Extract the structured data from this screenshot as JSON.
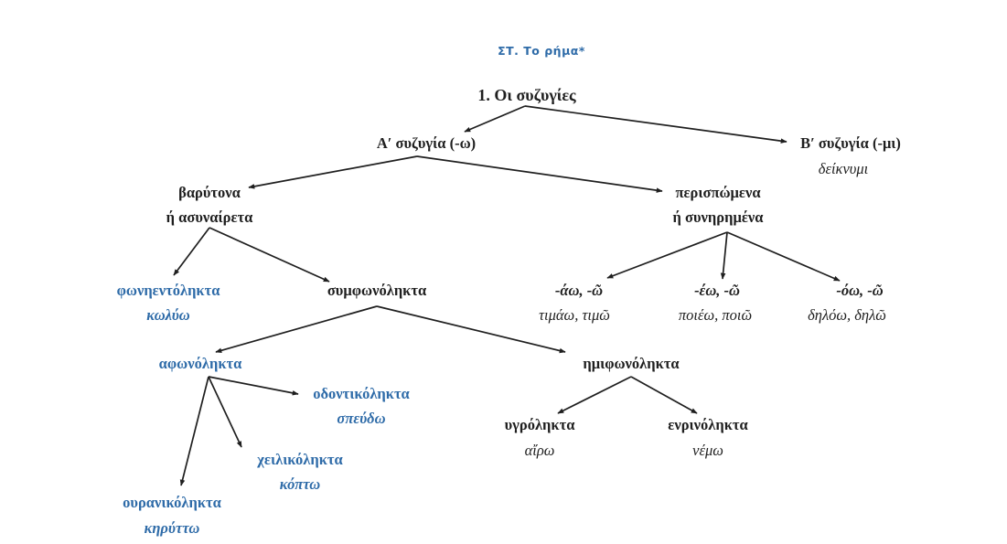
{
  "heading": "ΣΤ. Το ρήμα*",
  "title": "1. Οι συζυγίες",
  "nodes": {
    "first": "Α′ συζυγία (-ω)",
    "second": "Β′ συζυγία (-μι)",
    "second_example": "δείκνυμι",
    "barytona_1": "βαρύτονα",
    "barytona_2": "ή ασυναίρετα",
    "perispomena_1": "περισπώμενα",
    "perispomena_2": "ή συνηρημένα",
    "vowel_stem": "φωνηεντόληκτα",
    "vowel_stem_example": "κωλύω",
    "consonant_stem": "συμφωνόληκτα",
    "aw_ending": "-άω, -ῶ",
    "aw_example": "τιμάω, τιμῶ",
    "ew_ending": "-έω, -ῶ",
    "ew_example": "ποιέω, ποιῶ",
    "ow_ending": "-όω, -ῶ",
    "ow_example": "δηλόω, δηλῶ",
    "mute_stem": "αφωνόληκτα",
    "semivowel_stem": "ημιφωνόληκτα",
    "dental": "οδοντικόληκτα",
    "dental_example": "σπεύδω",
    "labial": "χειλικόληκτα",
    "labial_example": "κόπτω",
    "palatal": "ουρανικόληκτα",
    "palatal_example": "κηρύττω",
    "liquid": "υγρόληκτα",
    "liquid_example": "αἴρω",
    "nasal": "ενρινόληκτα",
    "nasal_example": "νέμω"
  },
  "colors": {
    "accent": "#2e6ba8",
    "text": "#1f1f1f"
  }
}
